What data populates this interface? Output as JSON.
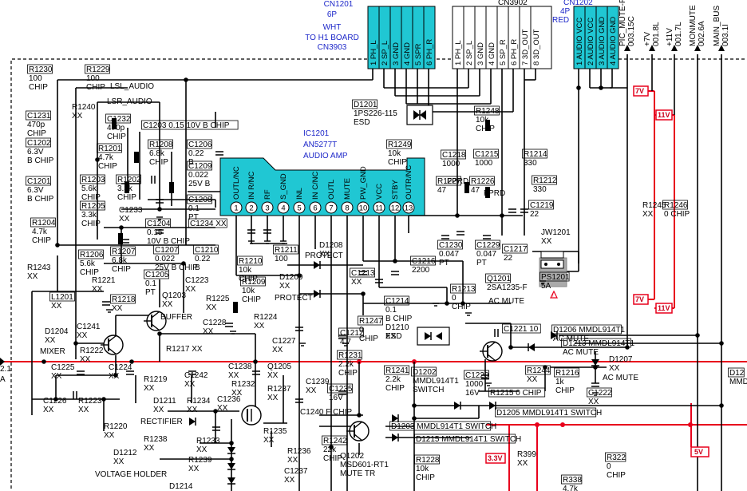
{
  "connectors": {
    "cn1201": {
      "id": "CN1201",
      "spec": "6P",
      "color": "WHT",
      "dest": "TO H1 BOARD",
      "dest_conn": "CN3903",
      "pins": [
        "PH_L",
        "SP_L",
        "GND",
        "GND",
        "SPR",
        "PH_R"
      ]
    },
    "cn3902": {
      "id": "CN3902",
      "pins": [
        "PH_L",
        "SP_L",
        "GND",
        "GND",
        "SP_R",
        "PH_R",
        "3D_OUT",
        "3D_OUT"
      ]
    },
    "cn1202": {
      "id": "CN1202",
      "spec": "4P",
      "color": "RED",
      "pins": [
        "AUDIO VCC",
        "AUDIO VCC",
        "AUDIO GND",
        "AUDIO GND"
      ]
    }
  },
  "ic": {
    "ref": "IC1201",
    "part": "AN5277T",
    "function": "AUDIO AMP",
    "pins": [
      {
        "num": "1",
        "name": "OUTL/NC"
      },
      {
        "num": "2",
        "name": "IN R/NC"
      },
      {
        "num": "3",
        "name": "RF"
      },
      {
        "num": "4",
        "name": "S_GND"
      },
      {
        "num": "5",
        "name": "INL"
      },
      {
        "num": "6",
        "name": "IN C/NC"
      },
      {
        "num": "7",
        "name": "OUTL"
      },
      {
        "num": "8",
        "name": "MUTE"
      },
      {
        "num": "10",
        "name": "PW_GND"
      },
      {
        "num": "11",
        "name": "VCC"
      },
      {
        "num": "12",
        "name": "STBY"
      },
      {
        "num": "13",
        "name": "OUTR/NC"
      }
    ]
  },
  "rails": [
    {
      "name": "PIC_MUTE-F",
      "code": "003.15C"
    },
    {
      "name": "+7V",
      "code": "001.8L"
    },
    {
      "name": "+11V",
      "code": "001.7L"
    },
    {
      "name": "MONMUTE",
      "code": "002.6A"
    },
    {
      "name": "MAIN_BUS",
      "code": "003.1I"
    }
  ],
  "rail_flags": {
    "v7": "7V",
    "v11": "11V",
    "v33": "3.3V",
    "v5": "5V"
  },
  "labels": {
    "lsl_audio": "LSL_AUDIO",
    "lsr_audio": "LSR_AUDIO",
    "buffer": "BUFFER",
    "mixer": "MIXER",
    "rectifier": "RECTIFIER",
    "voltage_holder": "VOLTAGE HOLDER",
    "protect1": "PROTECT",
    "protect2": "PROTECT",
    "ac_mute": "AC MUTE",
    "esd1": "ESD",
    "esd2": "ESD",
    "mute_tr": "MUTE TR",
    "switch": "SWITCH",
    "fprd1": "FPRD",
    "fprd2": "FPRD",
    "ac_mute_d1207": "AC MUTE",
    "q1201_func": "AC MUTE",
    "left_arrow_a": "A",
    "left_arrow_1": "2.1"
  },
  "components": {
    "r1230": {
      "ref": "R1230",
      "value": "100",
      "note": "CHIP"
    },
    "r1229": {
      "ref": "R1229",
      "value": "100",
      "note": "CHIP"
    },
    "r1240": {
      "ref": "R1240",
      "value": "XX"
    },
    "c1231": {
      "ref": "C1231",
      "value": "470p",
      "note": "CHIP"
    },
    "c1232": {
      "ref": "C1232",
      "value": "470p",
      "note": "CHIP"
    },
    "c1203": {
      "ref": "C1203",
      "value": "0.15 10V B CHIP"
    },
    "c1202": {
      "ref": "C1202",
      "value": "6.3V",
      "note": "B CHIP"
    },
    "r1201": {
      "ref": "R1201",
      "value": "4.7k",
      "note": "CHIP"
    },
    "r1208": {
      "ref": "R1208",
      "value": "6.8k",
      "note": "CHIP"
    },
    "c1206": {
      "ref": "C1206",
      "value": "0.22",
      "note": "B"
    },
    "c1209": {
      "ref": "C1209",
      "value": "0.022",
      "note": "25V B"
    },
    "c1201": {
      "ref": "C1201",
      "value": "6.3V",
      "note": "B CHIP"
    },
    "r1203": {
      "ref": "R1203",
      "value": "5.6k",
      "note": "CHIP"
    },
    "r1202": {
      "ref": "R1202",
      "value": "3.3k",
      "note": "CHIP"
    },
    "c1208": {
      "ref": "C1208",
      "value": "0.1",
      "note": "PT"
    },
    "r1205": {
      "ref": "R1205",
      "value": "3.3k",
      "note": "CHIP"
    },
    "c1233": {
      "ref": "C1233",
      "value": "XX"
    },
    "r1204": {
      "ref": "R1204",
      "value": "4.7k",
      "note": "CHIP"
    },
    "c1204": {
      "ref": "C1204",
      "value": "0.15",
      "note": "10V B CHIP"
    },
    "c1234": {
      "ref": "C1234",
      "value": "XX"
    },
    "r1206": {
      "ref": "R1206",
      "value": "5.6k",
      "note": "CHIP"
    },
    "r1207": {
      "ref": "R1207",
      "value": "6.8k",
      "note": "CHIP"
    },
    "c1207": {
      "ref": "C1207",
      "value": "0.022",
      "note": "25V B CHIP"
    },
    "c1210": {
      "ref": "C1210",
      "value": "0.22",
      "note": "B"
    },
    "r1243": {
      "ref": "R1243",
      "value": "XX"
    },
    "r1221": {
      "ref": "R1221",
      "value": "XX"
    },
    "c1205": {
      "ref": "C1205",
      "value": "0.1",
      "note": "PT"
    },
    "c1223": {
      "ref": "C1223",
      "value": "XX"
    },
    "r1210": {
      "ref": "R1210",
      "value": "10k",
      "note": "CHIP"
    },
    "r1211": {
      "ref": "R1211",
      "value": "100"
    },
    "d1208": {
      "ref": "D1208",
      "value": "XX"
    },
    "r1209": {
      "ref": "R1209",
      "value": "10k",
      "note": "CHIP"
    },
    "d1209": {
      "ref": "D1209",
      "value": "XX"
    },
    "l1201": {
      "ref": "L1201",
      "value": "XX"
    },
    "r1218": {
      "ref": "R1218",
      "value": "XX"
    },
    "q1203": {
      "ref": "Q1203",
      "value": "XX"
    },
    "r1225": {
      "ref": "R1225",
      "value": "XX"
    },
    "c1241": {
      "ref": "C1241",
      "value": "XX"
    },
    "c1228": {
      "ref": "C1228",
      "value": "XX"
    },
    "r1224": {
      "ref": "R1224",
      "value": "XX"
    },
    "c1227": {
      "ref": "C1227",
      "value": "XX"
    },
    "d1204": {
      "ref": "D1204",
      "value": "XX"
    },
    "r1222": {
      "ref": "R1222",
      "value": "XX"
    },
    "r1217": {
      "ref": "R1217",
      "value": "XX"
    },
    "c1225": {
      "ref": "C1225",
      "value": "XX"
    },
    "c1224": {
      "ref": "C1224",
      "value": "XX"
    },
    "r1219": {
      "ref": "R1219",
      "value": "XX"
    },
    "c1242": {
      "ref": "C1242",
      "value": "XX"
    },
    "c1238": {
      "ref": "C1238",
      "value": "XX"
    },
    "q1205": {
      "ref": "Q1205",
      "value": "XX"
    },
    "c1239": {
      "ref": "C1239",
      "value": "XX"
    },
    "r1232": {
      "ref": "R1232",
      "value": "XX"
    },
    "r1237": {
      "ref": "R1237",
      "value": "XX"
    },
    "c1226": {
      "ref": "C1226",
      "value": "XX"
    },
    "r1223": {
      "ref": "R1223",
      "value": "XX"
    },
    "d1211": {
      "ref": "D1211",
      "value": "XX"
    },
    "r1234": {
      "ref": "R1234",
      "value": "XX"
    },
    "c1236": {
      "ref": "C1236",
      "value": "XX"
    },
    "c1240": {
      "ref": "C1240",
      "value": "F CHIP"
    },
    "r1220": {
      "ref": "R1220",
      "value": "XX"
    },
    "r1238": {
      "ref": "R1238",
      "value": "XX"
    },
    "r1233": {
      "ref": "R1233",
      "value": "XX"
    },
    "r1235": {
      "ref": "R1235",
      "value": "XX"
    },
    "r1236": {
      "ref": "R1236",
      "value": "XX"
    },
    "d1212": {
      "ref": "D1212",
      "value": "XX"
    },
    "r1239": {
      "ref": "R1239",
      "value": "XX"
    },
    "c1237": {
      "ref": "C1237",
      "value": "XX"
    },
    "d1214": {
      "ref": "D1214",
      "value": ""
    },
    "d1201": {
      "ref": "D1201",
      "value": "1PS226-115",
      "note": "ESD"
    },
    "r1248": {
      "ref": "R1248",
      "value": "10k",
      "note": "CHIP"
    },
    "r1249": {
      "ref": "R1249",
      "value": "10k",
      "note": "CHIP"
    },
    "c1218": {
      "ref": "C1218",
      "value": "1000"
    },
    "c1215": {
      "ref": "C1215",
      "value": "1000"
    },
    "r1214": {
      "ref": "R1214",
      "value": "330"
    },
    "r1212": {
      "ref": "R1212",
      "value": "330"
    },
    "r1227": {
      "ref": "R1227",
      "value": "47"
    },
    "r1226": {
      "ref": "R1226",
      "value": "47"
    },
    "c1219": {
      "ref": "C1219",
      "value": "22"
    },
    "c1217": {
      "ref": "C1217",
      "value": "22"
    },
    "jw1201": {
      "ref": "JW1201",
      "value": "XX"
    },
    "ps1201": {
      "ref": "PS1201",
      "value": "5A"
    },
    "c1230": {
      "ref": "C1230",
      "value": "0.047",
      "note": "PT"
    },
    "c1229": {
      "ref": "C1229",
      "value": "0.047",
      "note": "PT"
    },
    "r1245": {
      "ref": "R1245",
      "value": "XX"
    },
    "r1246": {
      "ref": "R1246",
      "value": "0 CHIP"
    },
    "c1213": {
      "ref": "C1213",
      "value": "XX"
    },
    "c1216": {
      "ref": "C1216",
      "value": "2200"
    },
    "c1214": {
      "ref": "C1214",
      "value": "0.1",
      "note": "B CHIP"
    },
    "r1213": {
      "ref": "R1213",
      "value": "0",
      "note": "CHIP"
    },
    "q1201": {
      "ref": "Q1201",
      "value": "2SA1235-F"
    },
    "c1212": {
      "ref": "C1212",
      "value": "4.7"
    },
    "r1247": {
      "ref": "R1247",
      "value": "0",
      "note": "CHIP"
    },
    "d1210": {
      "ref": "D1210",
      "value": "XX"
    },
    "c1221": {
      "ref": "C1221",
      "value": "10"
    },
    "d1206": {
      "ref": "D1206",
      "value": "MMDL914T1",
      "note": "AC MUTE"
    },
    "d1213": {
      "ref": "D1213",
      "value": "MMDL914T1",
      "note": "AC MUTE"
    },
    "r1231": {
      "ref": "R1231",
      "value": "2.2k",
      "note": "CHIP"
    },
    "r1241": {
      "ref": "R1241",
      "value": "2.2k",
      "note": "CHIP"
    },
    "d1202": {
      "ref": "D1202",
      "value": "MMDL914T1",
      "note": "SWITCH"
    },
    "c1220": {
      "ref": "C1220",
      "value": "1000",
      "note": "16V"
    },
    "r1244": {
      "ref": "R1244",
      "value": "XX"
    },
    "r1216": {
      "ref": "R1216",
      "value": "1k",
      "note": "CHIP"
    },
    "d1207": {
      "ref": "D1207",
      "value": "XX"
    },
    "c1222": {
      "ref": "C1222",
      "value": "XX"
    },
    "r1215": {
      "ref": "R1215",
      "value": "0 CHIP"
    },
    "c1235": {
      "ref": "C1235",
      "value": "16V"
    },
    "d1205": {
      "ref": "D1205",
      "value": "MMDL914T1 SWITCH"
    },
    "d1203": {
      "ref": "D1203",
      "value": "MMDL914T1 SWITCH"
    },
    "d1215": {
      "ref": "D1215",
      "value": "MMDL914T1 SWITCH"
    },
    "r1242": {
      "ref": "R1242",
      "value": "22k",
      "note": "CHIP"
    },
    "q1202": {
      "ref": "Q1202",
      "value": "MSD601-RT1",
      "note": "MUTE TR"
    },
    "r1228": {
      "ref": "R1228",
      "value": "10k",
      "note": "CHIP"
    },
    "r399": {
      "ref": "R399",
      "value": "XX"
    },
    "r322": {
      "ref": "R322",
      "value": "0",
      "note": "CHIP"
    },
    "r338": {
      "ref": "R338",
      "value": "4.7k"
    },
    "d12xx_right": {
      "ref": "D12",
      "value": "MMDL"
    }
  },
  "colors": {
    "wire": "#000000",
    "power": "#e8001c",
    "connector_fill": "#20c7d3",
    "ic_fill": "#20c7d3",
    "ic_text": "#1d27c9",
    "fuse_fill": "#aaaaaa",
    "warning": "#e8001c"
  },
  "icons": {
    "warning": "warning-triangle-icon"
  }
}
